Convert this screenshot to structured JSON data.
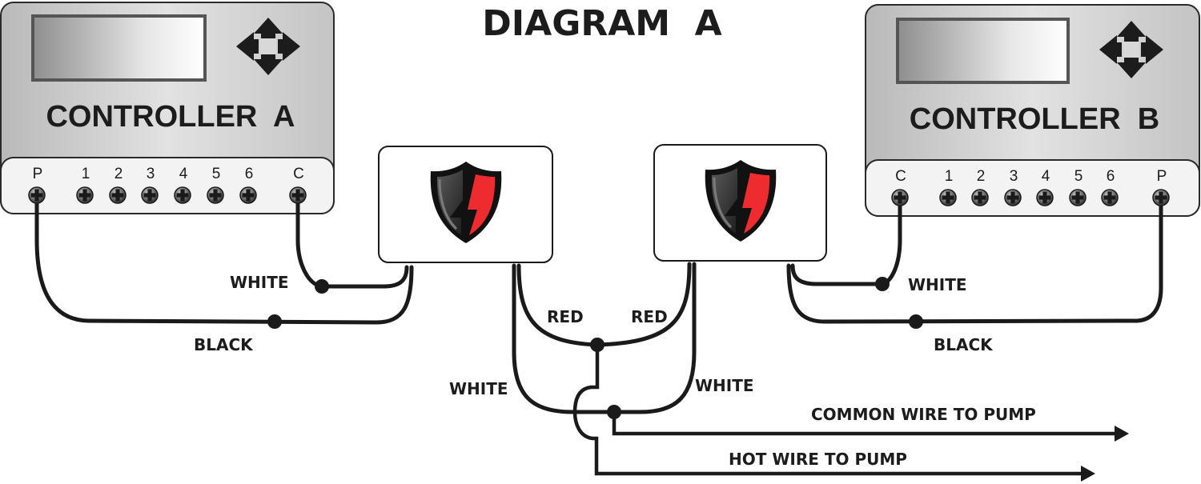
{
  "title": "DIAGRAM  A",
  "colors": {
    "wire": "#1a1a1a",
    "shield_red": "#ee2b2f",
    "shield_dark": "#2b2b2b",
    "panel_gray": "#c8c8c8",
    "terminal_strip": "#f3f3f3"
  },
  "controllers": {
    "a": {
      "name": "CONTROLLER  A",
      "terminals": [
        "P",
        "1",
        "2",
        "3",
        "4",
        "5",
        "6",
        "C"
      ]
    },
    "b": {
      "name": "CONTROLLER  B",
      "terminals": [
        "C",
        "1",
        "2",
        "3",
        "4",
        "5",
        "6",
        "P"
      ]
    }
  },
  "surge_protectors": [
    {
      "icon": "shield-lightning-icon"
    },
    {
      "icon": "shield-lightning-icon"
    }
  ],
  "wire_labels": {
    "a_white": "WHITE",
    "a_black": "BLACK",
    "b_white": "WHITE",
    "b_black": "BLACK",
    "red_left": "RED",
    "red_right": "RED",
    "white_left": "WHITE",
    "white_right": "WHITE",
    "common": "COMMON WIRE TO PUMP",
    "hot": "HOT WIRE TO PUMP"
  }
}
